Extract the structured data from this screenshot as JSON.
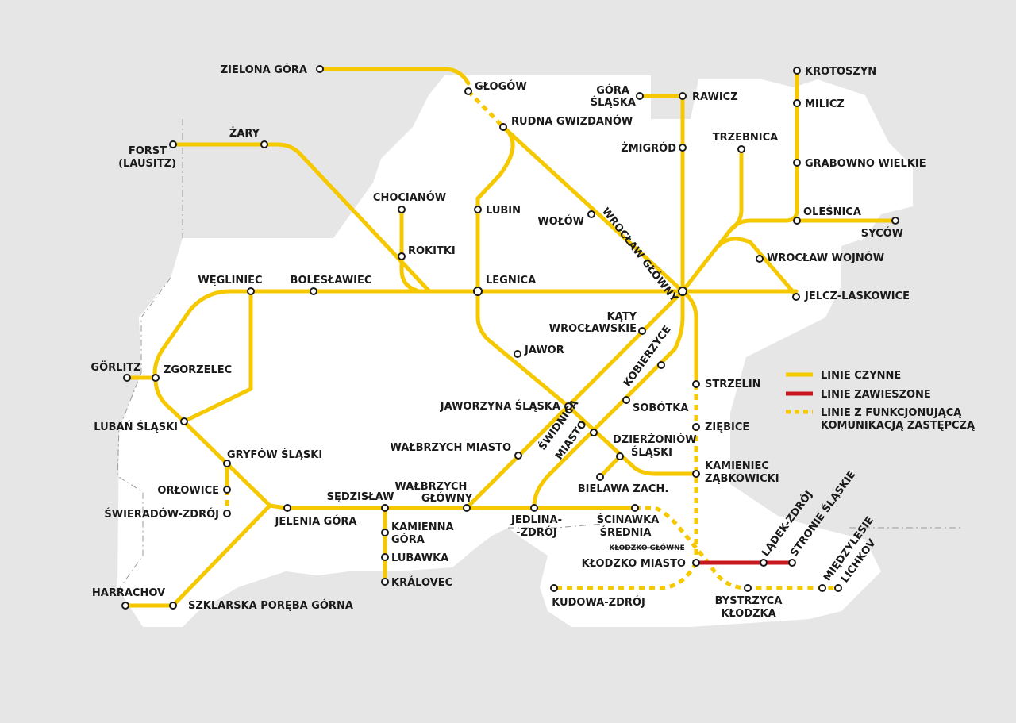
{
  "colors": {
    "background": "#e6e6e6",
    "region": "#ffffff",
    "line_active": "#f5c800",
    "line_suspended": "#c8161d",
    "station": "#1a1a1a"
  },
  "legend": {
    "active": "LINIE CZYNNE",
    "suspended": "LINIE ZAWIESZONE",
    "replacement_1": "LINIE Z FUNKCJONUJĄCĄ",
    "replacement_2": "KOMUNIKACJĄ ZASTĘPCZĄ"
  },
  "stations": {
    "zielona_gora": "ZIELONA GÓRA",
    "glogow": "GŁOGÓW",
    "rudna": "RUDNA GWIZDANÓW",
    "gora_1": "GÓRA",
    "gora_2": "ŚLĄSKA",
    "rawicz": "RAWICZ",
    "krotoszyn": "KROTOSZYN",
    "milicz": "MILICZ",
    "zmigrod": "ŻMIGRÓD",
    "trzebnica": "TRZEBNICA",
    "grabowno": "GRABOWNO WIELKIE",
    "forst_1": "FORST",
    "forst_2": "(LAUSITZ)",
    "zary": "ŻARY",
    "chocianow": "CHOCIANÓW",
    "lubin": "LUBIN",
    "wolow": "WOŁÓW",
    "wroclaw_glowny": "WROCŁAW GŁÓWNY",
    "olesnica": "OLEŚNICA",
    "sycow": "SYCÓW",
    "rokitki": "ROKITKI",
    "wroclaw_wojnow": "WROCŁAW WOJNÓW",
    "wegliniec": "WĘGLINIEC",
    "boleslawiec": "BOLESŁAWIEC",
    "legnica": "LEGNICA",
    "jelcz": "JELCZ-LASKOWICE",
    "katy_1": "KĄTY",
    "katy_2": "WROCŁAWSKIE",
    "jawor": "JAWOR",
    "kobierzyce": "KOBIERZYCE",
    "gorlitz": "GÖRLITZ",
    "zgorzelec": "ZGORZELEC",
    "strzelin": "STRZELIN",
    "jaworzyna": "JAWORZYNA ŚLĄSKA",
    "sobotka": "SOBÓTKA",
    "luban": "LUBAŃ ŚLĄSKI",
    "swidnica_1": "ŚWIDNICA",
    "swidnica_2": "MIASTO",
    "ziebice": "ZIĘBICE",
    "dzierzoniow_1": "DZIERŻONIÓW",
    "dzierzoniow_2": "ŚLĄSKI",
    "walbrzych_miasto": "WAŁBRZYCH MIASTO",
    "gryfow": "GRYFÓW ŚLĄSKI",
    "kamieniec_1": "KAMIENIEC",
    "kamieniec_2": "ZĄBKOWICKI",
    "bielawa": "BIELAWA ZACH.",
    "orlowice": "ORŁOWICE",
    "sedzislaw": "SĘDZISŁAW",
    "walbrzych_glowny_1": "WAŁBRZYCH",
    "walbrzych_glowny_2": "GŁÓWNY",
    "swieradow": "ŚWIERADÓW-ZDRÓJ",
    "jelenia_gora": "JELENIA GÓRA",
    "kamienna_1": "KAMIENNA",
    "kamienna_2": "GÓRA",
    "jedlina_1": "JEDLINA-",
    "jedlina_2": "-ZDRÓJ",
    "scinawka_1": "ŚCINAWKA",
    "scinawka_2": "ŚREDNIA",
    "ladek": "LĄDEK-ZDRÓJ",
    "stronie": "STRONIE ŚLĄSKIE",
    "klodzko_glowne": "KŁODZKO GŁÓWNE",
    "miedzylesie": "MIĘDZYLESIE",
    "lubawka": "LUBAWKA",
    "klodzko_miasto": "KŁODZKO MIASTO",
    "lichkov": "LICHKOV",
    "kralovec": "KRÁLOVEC",
    "harrachov": "HARRACHOV",
    "szklarska": "SZKLARSKA PORĘBA GÓRNA",
    "kudowa": "KUDOWA-ZDRÓJ",
    "bystrzyca_1": "BYSTRZYCA",
    "bystrzyca_2": "KŁODZKA"
  }
}
